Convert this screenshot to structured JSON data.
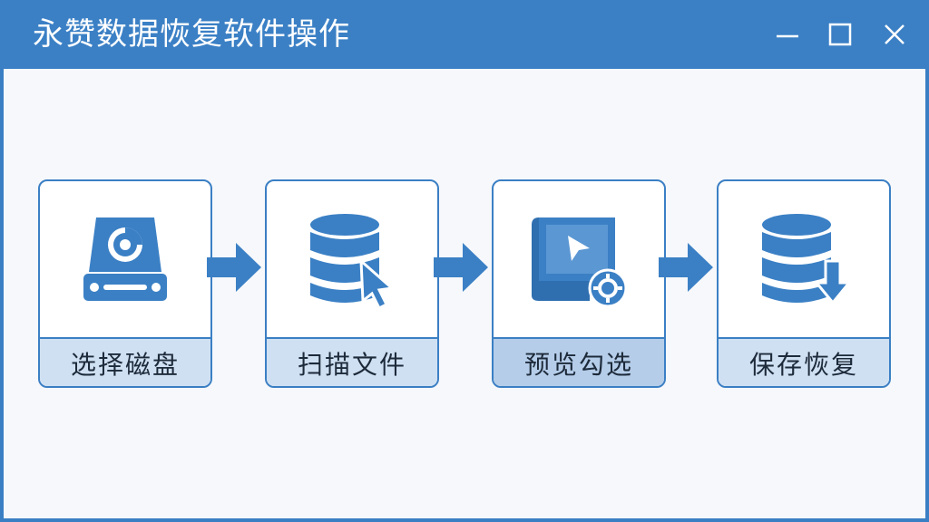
{
  "window": {
    "title": "永赞数据恢复软件操作",
    "controls": [
      {
        "name": "minimize",
        "icon": "minimize-icon"
      },
      {
        "name": "maximize",
        "icon": "maximize-icon"
      },
      {
        "name": "close",
        "icon": "close-icon"
      }
    ]
  },
  "steps": [
    {
      "label": "选择磁盘",
      "icon": "hard-disk-icon"
    },
    {
      "label": "扫描文件",
      "icon": "database-scan-icon"
    },
    {
      "label": "预览勾选",
      "icon": "preview-document-icon"
    },
    {
      "label": "保存恢复",
      "icon": "database-download-icon"
    }
  ],
  "colors": {
    "primary": "#3b80c5",
    "label_bar": "#cfe0f3",
    "label_bar_active": "#b5cde9",
    "content_bg": "#f6f8fb"
  }
}
